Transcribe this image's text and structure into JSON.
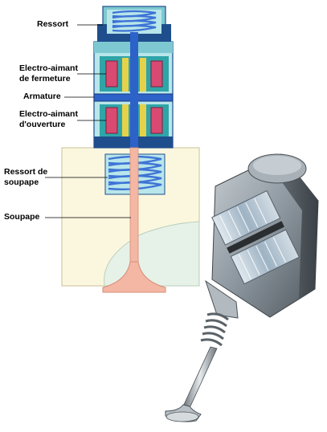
{
  "labels": {
    "ressort": "Ressort",
    "electro_fermeture_1": "Electro-aimant",
    "electro_fermeture_2": "de fermeture",
    "armature": "Armature",
    "electro_ouverture_1": "Electro-aimant",
    "electro_ouverture_2": "d'ouverture",
    "ressort_soupape_1": "Ressort de",
    "ressort_soupape_2": "soupape",
    "soupape": "Soupape"
  },
  "colors": {
    "housing_light": "#b8e6ea",
    "housing_mid": "#7ec9d1",
    "housing_dark": "#1f4e8c",
    "core_green": "#2fa5a8",
    "coil_red": "#d94a72",
    "stem_blue": "#2d62c8",
    "valve_pink": "#f4b7a3",
    "head_block": "#fbf7df",
    "spring_blue": "#3e74d6",
    "metal_grey": "#8d979f"
  }
}
